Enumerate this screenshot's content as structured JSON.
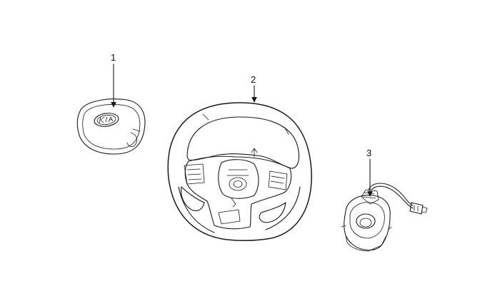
{
  "callouts": {
    "airbag": "1",
    "steering_wheel": "2",
    "clock_spring": "3"
  },
  "logo_text": "KIA"
}
